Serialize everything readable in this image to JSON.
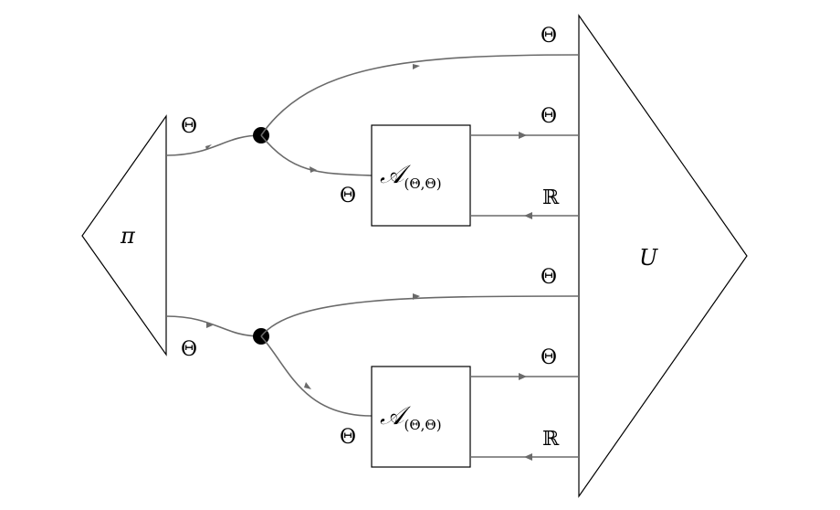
{
  "prior": {
    "label": "π"
  },
  "utility": {
    "label": "U"
  },
  "upper": {
    "prior_output_label": "Θ",
    "to_utility_label": "Θ",
    "box": {
      "main": "𝒜",
      "sub": "(Θ,Θ)"
    },
    "box_input_label": "Θ",
    "box_output_label": "Θ",
    "box_return_label": "ℝ"
  },
  "lower": {
    "prior_output_label": "Θ",
    "to_utility_label": "Θ",
    "box": {
      "main": "𝒜",
      "sub": "(Θ,Θ)"
    },
    "box_input_label": "Θ",
    "box_output_label": "Θ",
    "box_return_label": "ℝ"
  },
  "colors": {
    "wire": "#6a6a6a",
    "outline": "#000000",
    "node": "#000000"
  }
}
